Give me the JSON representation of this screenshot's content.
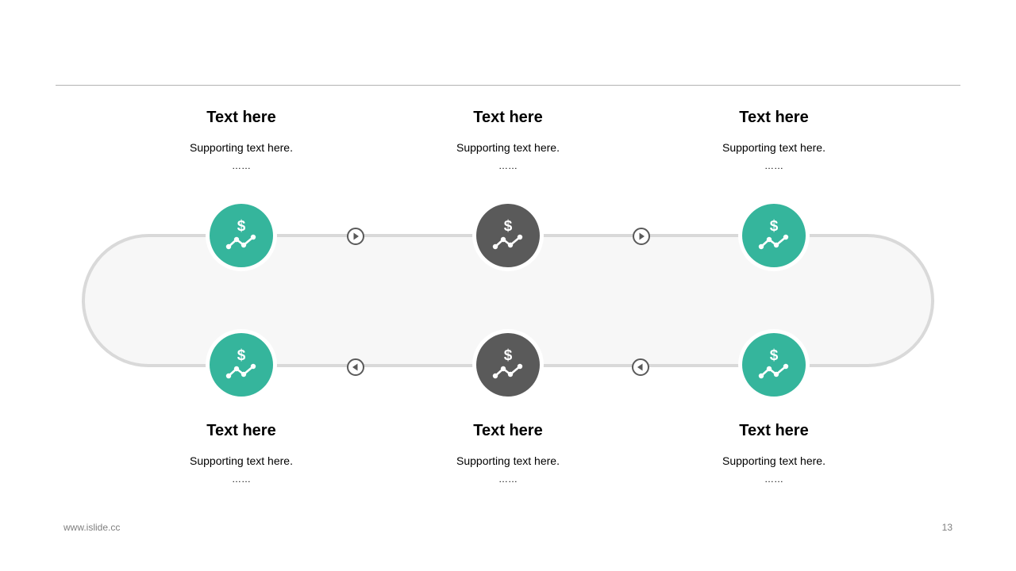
{
  "colors": {
    "teal": "#35b59c",
    "gray": "#5a5a5a",
    "track": "#d9d9d9",
    "track_fill": "#f7f7f7"
  },
  "steps": [
    {
      "title": "Text here",
      "subtitle": "Supporting text here.",
      "dots": "……",
      "color": "#35b59c",
      "icon": "dollar-trend-icon"
    },
    {
      "title": "Text here",
      "subtitle": "Supporting text here.",
      "dots": "……",
      "color": "#5a5a5a",
      "icon": "dollar-trend-icon"
    },
    {
      "title": "Text here",
      "subtitle": "Supporting text here.",
      "dots": "……",
      "color": "#35b59c",
      "icon": "dollar-trend-icon"
    },
    {
      "title": "Text here",
      "subtitle": "Supporting text here.",
      "dots": "……",
      "color": "#35b59c",
      "icon": "dollar-trend-icon"
    },
    {
      "title": "Text here",
      "subtitle": "Supporting text here.",
      "dots": "……",
      "color": "#5a5a5a",
      "icon": "dollar-trend-icon"
    },
    {
      "title": "Text here",
      "subtitle": "Supporting text here.",
      "dots": "……",
      "color": "#35b59c",
      "icon": "dollar-trend-icon"
    }
  ],
  "arrows": [
    {
      "direction": "right",
      "icon": "play-right-icon"
    },
    {
      "direction": "right",
      "icon": "play-right-icon"
    },
    {
      "direction": "left",
      "icon": "play-left-icon"
    },
    {
      "direction": "left",
      "icon": "play-left-icon"
    }
  ],
  "footer": {
    "website": "www.islide.cc",
    "page_number": "13"
  }
}
